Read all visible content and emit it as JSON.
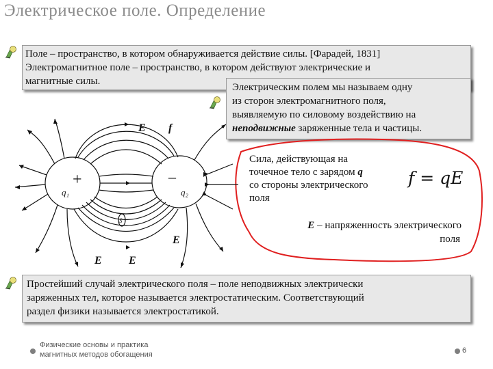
{
  "title": "Электрическое поле. Определение",
  "box1": {
    "line1": "Поле – пространство, в котором обнаруживается действие силы. [Фарадей, 1831]",
    "line2": "Электромагнитное поле – пространство, в котором действуют электрические и",
    "line3": "магнитные силы."
  },
  "box2": {
    "line1": "Электрическим полем мы называем одну",
    "line2": "из сторон электромагнитного поля,",
    "line3": "выявляемую по силовому воздействию на",
    "line4_bold": "неподвижные",
    "line4_rest": " заряженные тела и частицы."
  },
  "force_text": {
    "line1": "Сила, действующая на",
    "line2_pre": "точечное тело с зарядом ",
    "line2_q": "q",
    "line3": "со стороны электрического",
    "line4": "поля"
  },
  "formula": "f = qE",
  "e_definition": {
    "symbol": "E",
    "line1_rest": " – напряженность электрического",
    "line2": "поля"
  },
  "box3": {
    "line1": "Простейший случай электрического поля – поле неподвижных электрически",
    "line2": "заряженных тел, которое называется электростатическим. Соответствующий",
    "line3": "раздел физики называется электростатикой."
  },
  "diagram": {
    "labels": {
      "E_top": "E",
      "f": "f",
      "plus": "+",
      "q1": "q₁",
      "minus": "–",
      "q2": "q₂",
      "s": "S",
      "E_mid": "E",
      "E_bottom_left": "E",
      "E_bottom_right": "E"
    }
  },
  "footer": {
    "line1": "Физические основы и практика",
    "line2": "магнитных методов обогащения"
  },
  "page_number": "6"
}
